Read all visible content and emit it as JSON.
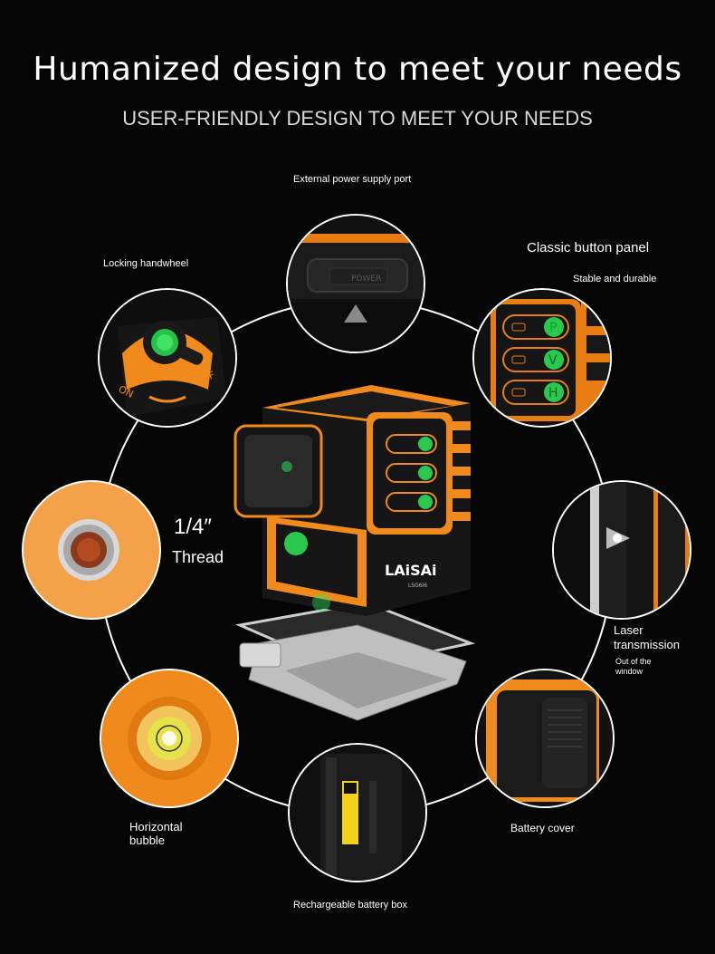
{
  "header": {
    "title": "Humanized design to meet your needs",
    "subtitle": "USER-FRIENDLY DESIGN TO MEET YOUR NEEDS"
  },
  "features": {
    "power_port": "External power supply port",
    "locking_handwheel": "Locking handwheel",
    "button_panel_title": "Classic button panel",
    "button_panel_sub": "Stable and durable",
    "thread_size": "1/4″",
    "thread_label": "Thread",
    "laser_title_1": "Laser",
    "laser_title_2": "transmission",
    "laser_sub_1": "Out of the",
    "laser_sub_2": "window",
    "bubble_1": "Horizontal",
    "bubble_2": "bubble",
    "battery_cover": "Battery cover",
    "battery_box": "Rechargeable battery box"
  },
  "device": {
    "brand": "LAiSAi",
    "model": "LSG6I6",
    "power_text": "POWER",
    "on_text": "ON",
    "off_text": "OFF",
    "buttons": [
      "P",
      "V",
      "H"
    ]
  },
  "colors": {
    "background": "#050505",
    "accent_orange": "#f08a1c",
    "laser_green": "#27d34a"
  }
}
